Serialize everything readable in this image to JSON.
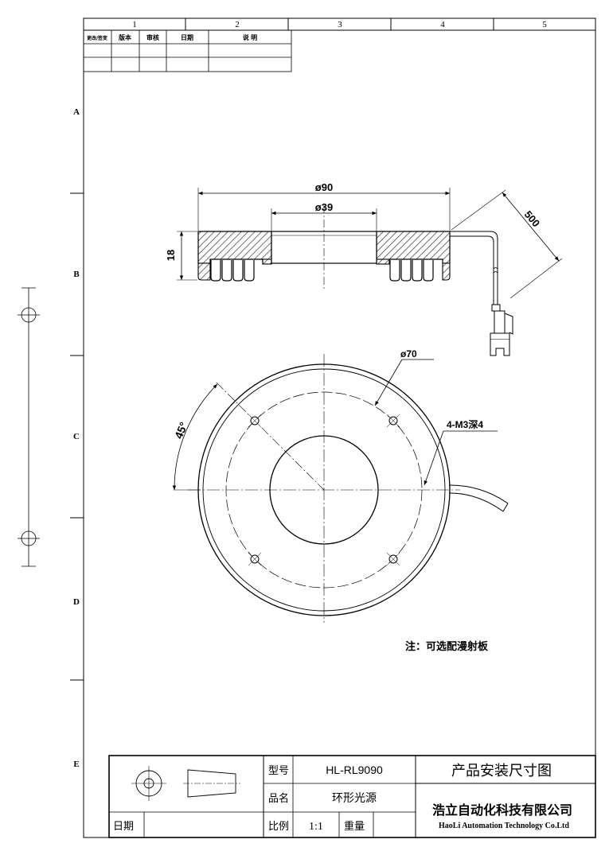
{
  "zones": {
    "columns": [
      "1",
      "2",
      "3",
      "4",
      "5"
    ],
    "rows": [
      "A",
      "B",
      "C",
      "D",
      "E"
    ]
  },
  "revision_table": {
    "headers": [
      "更改/签变",
      "版本",
      "审核",
      "日期",
      "说 明"
    ]
  },
  "side_view": {
    "dim_outer": "ø90",
    "dim_inner": "ø39",
    "dim_height": "18",
    "dim_cable": "500"
  },
  "top_view": {
    "dim_pcd": "ø70",
    "dim_angle": "45°",
    "dim_holes": "4-M3深4"
  },
  "note": "注：可选配漫射板",
  "title_block": {
    "model_label": "型号",
    "model_value": "HL-RL9090",
    "name_label": "品名",
    "name_value": "环形光源",
    "scale_label": "比例",
    "scale_value": "1:1",
    "weight_label": "重量",
    "date_label": "日期",
    "drawing_title": "产品安装尺寸图",
    "company_cn": "浩立自动化科技有限公司",
    "company_en": "HaoLi Automation Technology Co.Ltd"
  }
}
